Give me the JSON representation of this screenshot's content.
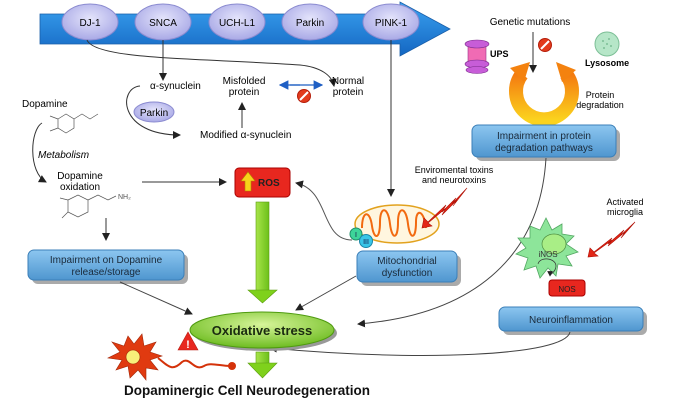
{
  "title": "Dopaminergic Cell Neurodegeneration",
  "genes": [
    "DJ-1",
    "SNCA",
    "UCH-L1",
    "Parkin",
    "PINK-1"
  ],
  "top_right": {
    "genetic_mutations": "Genetic mutations",
    "ups": "UPS",
    "lysosome": "Lysosome",
    "protein_degradation_1": "Protein",
    "protein_degradation_2": "degradation",
    "impairment_box_1": "Impairment in protein",
    "impairment_box_2": "degradation pathways"
  },
  "synuclein": {
    "alpha_synuclein": "α-synuclein",
    "parkin": "Parkin",
    "modified": "Modified α-synuclein",
    "misfolded_1": "Misfolded",
    "misfolded_2": "protein",
    "normal_1": "Normal",
    "normal_2": "protein"
  },
  "dopamine": {
    "label": "Dopamine",
    "metabolism": "Metabolism",
    "oxidation_1": "Dopamine",
    "oxidation_2": "oxidation",
    "nh2": "NH₂",
    "box_1": "Impairment on Dopamine",
    "box_2": "release/storage"
  },
  "ros": {
    "label": "ROS"
  },
  "mito": {
    "toxins_1": "Enviromental toxins",
    "toxins_2": "and neurotoxins",
    "complex_1": "I",
    "complex_3": "III",
    "box_1": "Mitochondrial",
    "box_2": "dysfunction"
  },
  "microglia": {
    "label_1": "Activated",
    "label_2": "microglia",
    "inos": "iNOS",
    "nos": "NOS",
    "box": "Neuroinflammation"
  },
  "center": {
    "oxidative_stress": "Oxidative stress"
  },
  "colors": {
    "arrow_blue": "#1f7fd8",
    "gene_oval": "#c9c9f2",
    "box_blue": "#6aaee0",
    "ros_red": "#e8271f",
    "green": "#7fd11c",
    "orange": "#f4a11a"
  }
}
